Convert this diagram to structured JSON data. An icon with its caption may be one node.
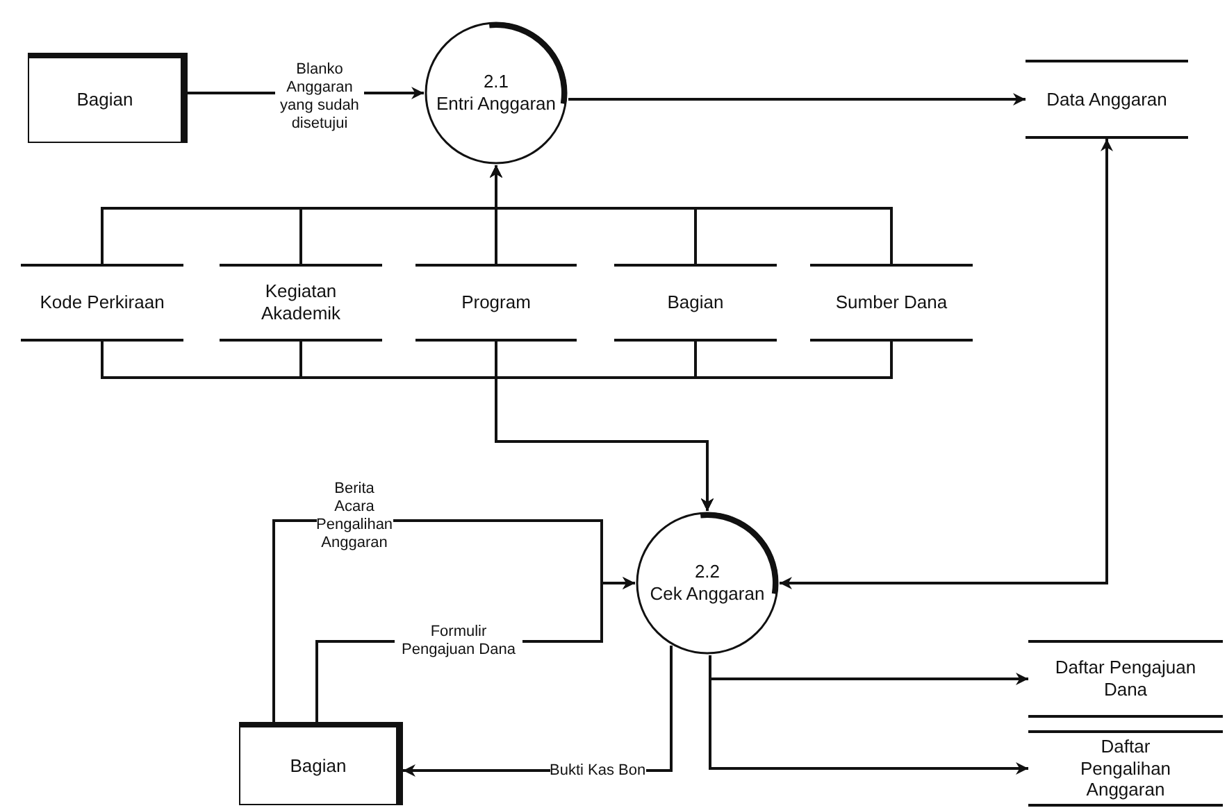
{
  "diagram": {
    "nodes": [
      {
        "text": [
          "Bagian"
        ]
      },
      {
        "text": [
          "2.1",
          "Entri Anggaran"
        ]
      },
      {
        "text": [
          "Data Anggaran"
        ]
      },
      {
        "text": [
          "Kode Perkiraan"
        ]
      },
      {
        "text": [
          "Kegiatan Akademik"
        ]
      },
      {
        "text": [
          "Program"
        ]
      },
      {
        "text": [
          "Bagian"
        ]
      },
      {
        "text": [
          "Sumber Dana"
        ]
      },
      {
        "text": [
          "2.2",
          "Cek Anggaran"
        ]
      },
      {
        "text": [
          "Daftar Pengajuan Dana"
        ]
      },
      {
        "text": [
          "Daftar Pengalihan Anggaran"
        ]
      },
      {
        "text": [
          "Bagian"
        ]
      }
    ],
    "edges": [
      {
        "from": 0,
        "to": 1,
        "arrow": "to",
        "label": "Blanko Anggaran yang sudah disetujui"
      },
      {
        "from": 1,
        "to": 2,
        "arrow": "to"
      },
      {
        "from": 3,
        "to": 1,
        "arrow": "to"
      },
      {
        "from": 4,
        "to": 1,
        "arrow": "to"
      },
      {
        "from": 5,
        "to": 1,
        "arrow": "to"
      },
      {
        "from": 6,
        "to": 1,
        "arrow": "to"
      },
      {
        "from": 7,
        "to": 1,
        "arrow": "to"
      },
      {
        "from": 3,
        "to": 8,
        "arrow": "to"
      },
      {
        "from": 4,
        "to": 8,
        "arrow": "to"
      },
      {
        "from": 5,
        "to": 8,
        "arrow": "to"
      },
      {
        "from": 6,
        "to": 8,
        "arrow": "to"
      },
      {
        "from": 7,
        "to": 8,
        "arrow": "to"
      },
      {
        "from": 2,
        "to": 8,
        "arrow": "both"
      },
      {
        "from": 11,
        "to": 8,
        "arrow": "to",
        "label": "Berita Acara Pengalihan Anggaran"
      },
      {
        "from": 11,
        "to": 8,
        "arrow": "to",
        "label": "Formulir Pengajuan Dana"
      },
      {
        "from": 8,
        "to": 11,
        "arrow": "to",
        "label": "Bukti Kas Bon"
      },
      {
        "from": 8,
        "to": 9,
        "arrow": "to"
      },
      {
        "from": 8,
        "to": 10,
        "arrow": "to"
      }
    ]
  }
}
